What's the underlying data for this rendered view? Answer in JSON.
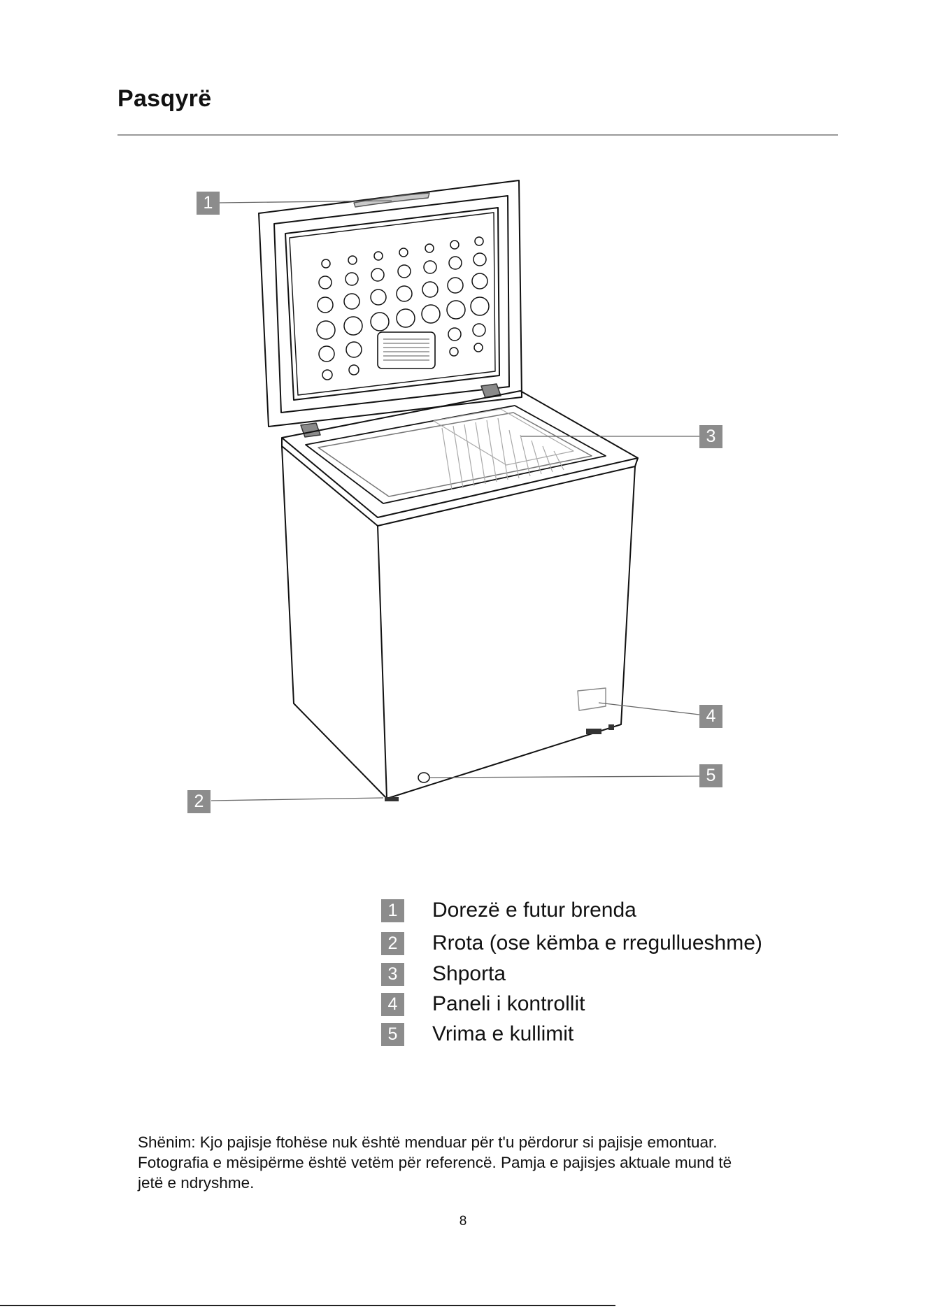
{
  "page": {
    "title": "Pasqyrë",
    "page_number": "8",
    "note_lines": [
      "Shënim: Kjo pajisje ftohëse nuk është menduar për t'u përdorur si pajisje emontuar.",
      "Fotografia e mësipërme është vetëm për referencë. Pamja e pajisjes aktuale mund të",
      "jetë e ndryshme."
    ]
  },
  "callouts": [
    {
      "number": "1",
      "label": "Dorezë e futur brenda"
    },
    {
      "number": "2",
      "label": "Rrota (ose këmba e rregullueshme)"
    },
    {
      "number": "3",
      "label": "Shporta"
    },
    {
      "number": "4",
      "label": "Paneli i kontrollit"
    },
    {
      "number": "5",
      "label": "Vrima e kullimit"
    }
  ],
  "colors": {
    "badge": "#8c8c8c",
    "rule": "#9a9a9a",
    "outline": "#111111"
  }
}
